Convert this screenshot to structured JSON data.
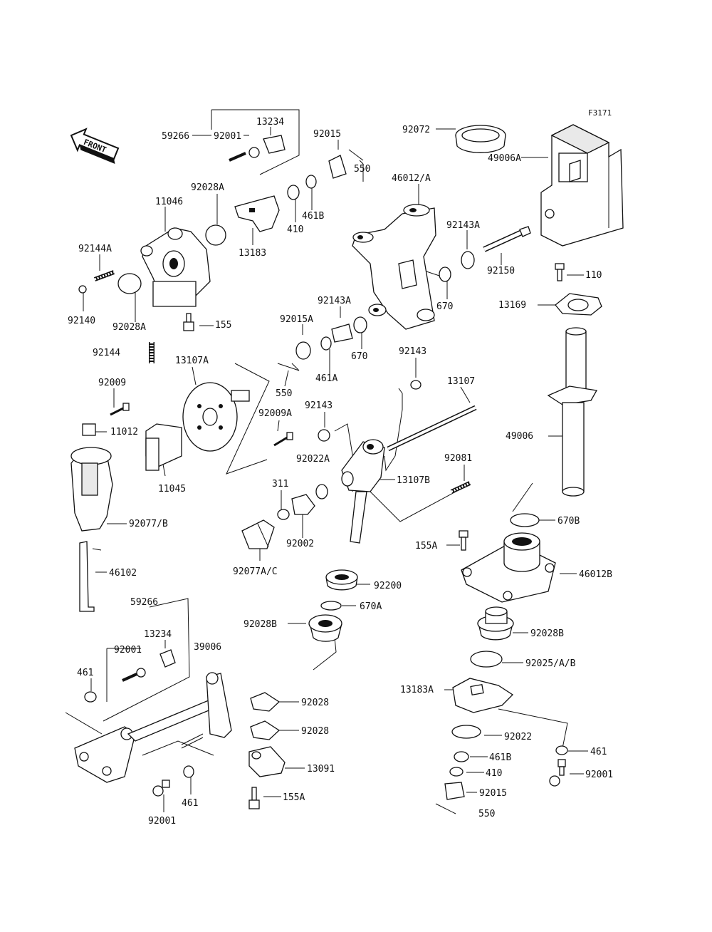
{
  "figure_code": "F3171",
  "front_marker": "FRONT",
  "parts": [
    {
      "id": "p01",
      "text": "13234"
    },
    {
      "id": "p02",
      "text": "59266"
    },
    {
      "id": "p03",
      "text": "92001"
    },
    {
      "id": "p04",
      "text": "92015"
    },
    {
      "id": "p05",
      "text": "92072"
    },
    {
      "id": "p06",
      "text": "49006A"
    },
    {
      "id": "p07",
      "text": "550"
    },
    {
      "id": "p08",
      "text": "46012/A"
    },
    {
      "id": "p09",
      "text": "92028A"
    },
    {
      "id": "p10",
      "text": "11046"
    },
    {
      "id": "p11",
      "text": "461B"
    },
    {
      "id": "p12",
      "text": "410"
    },
    {
      "id": "p13",
      "text": "13183"
    },
    {
      "id": "p14",
      "text": "92143A"
    },
    {
      "id": "p15",
      "text": "92150"
    },
    {
      "id": "p16",
      "text": "92144A"
    },
    {
      "id": "p17",
      "text": "110"
    },
    {
      "id": "p18",
      "text": "670"
    },
    {
      "id": "p19",
      "text": "92143A"
    },
    {
      "id": "p20",
      "text": "13169"
    },
    {
      "id": "p21",
      "text": "92140"
    },
    {
      "id": "p22",
      "text": "92028A"
    },
    {
      "id": "p23",
      "text": "155"
    },
    {
      "id": "p24",
      "text": "92015A"
    },
    {
      "id": "p25",
      "text": "670"
    },
    {
      "id": "p26",
      "text": "92144"
    },
    {
      "id": "p27",
      "text": "13107A"
    },
    {
      "id": "p28",
      "text": "92143"
    },
    {
      "id": "p29",
      "text": "461A"
    },
    {
      "id": "p30",
      "text": "550"
    },
    {
      "id": "p31",
      "text": "92009"
    },
    {
      "id": "p32",
      "text": "13107"
    },
    {
      "id": "p33",
      "text": "92009A"
    },
    {
      "id": "p34",
      "text": "92143"
    },
    {
      "id": "p35",
      "text": "11012"
    },
    {
      "id": "p36",
      "text": "49006"
    },
    {
      "id": "p37",
      "text": "92022A"
    },
    {
      "id": "p38",
      "text": "92081"
    },
    {
      "id": "p39",
      "text": "13107B"
    },
    {
      "id": "p40",
      "text": "11045"
    },
    {
      "id": "p41",
      "text": "311"
    },
    {
      "id": "p42",
      "text": "670B"
    },
    {
      "id": "p43",
      "text": "92077/B"
    },
    {
      "id": "p44",
      "text": "155A"
    },
    {
      "id": "p45",
      "text": "92002"
    },
    {
      "id": "p46",
      "text": "46012B"
    },
    {
      "id": "p47",
      "text": "46102"
    },
    {
      "id": "p48",
      "text": "92077A/C"
    },
    {
      "id": "p49",
      "text": "92200"
    },
    {
      "id": "p50",
      "text": "670A"
    },
    {
      "id": "p51",
      "text": "59266"
    },
    {
      "id": "p52",
      "text": "92028B"
    },
    {
      "id": "p53",
      "text": "92028B"
    },
    {
      "id": "p54",
      "text": "13234"
    },
    {
      "id": "p55",
      "text": "39006"
    },
    {
      "id": "p56",
      "text": "92001"
    },
    {
      "id": "p57",
      "text": "92025/A/B"
    },
    {
      "id": "p58",
      "text": "461"
    },
    {
      "id": "p59",
      "text": "13183A"
    },
    {
      "id": "p60",
      "text": "92028"
    },
    {
      "id": "p61",
      "text": "92028"
    },
    {
      "id": "p62",
      "text": "92022"
    },
    {
      "id": "p63",
      "text": "461"
    },
    {
      "id": "p64",
      "text": "13091"
    },
    {
      "id": "p65",
      "text": "461B"
    },
    {
      "id": "p66",
      "text": "410"
    },
    {
      "id": "p67",
      "text": "92001"
    },
    {
      "id": "p68",
      "text": "155A"
    },
    {
      "id": "p69",
      "text": "92015"
    },
    {
      "id": "p70",
      "text": "461"
    },
    {
      "id": "p71",
      "text": "550"
    },
    {
      "id": "p72",
      "text": "92001"
    }
  ]
}
